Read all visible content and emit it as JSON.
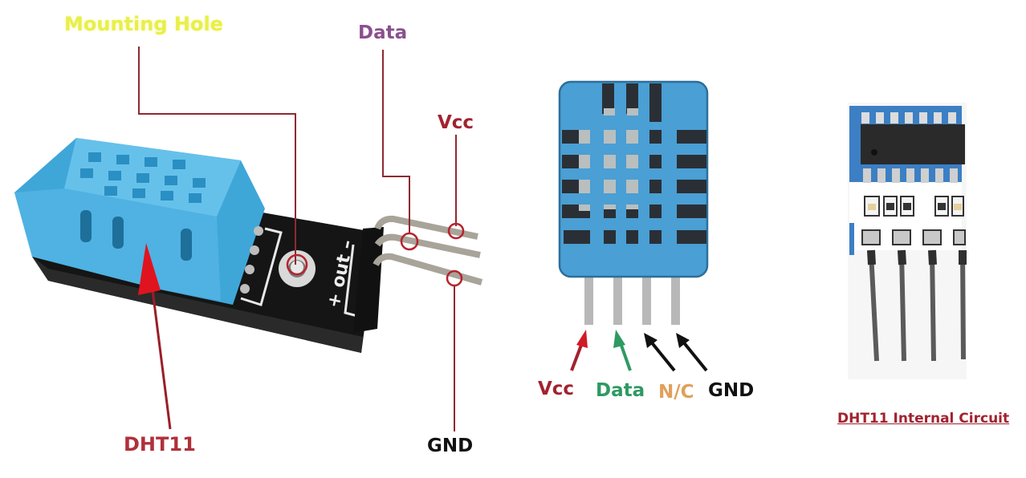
{
  "title": "DHT11 Sensor Pinout",
  "module_photo": {
    "callouts": [
      {
        "id": "mounting-hole",
        "label": "Mounting Hole",
        "color": "#e8ef4a"
      },
      {
        "id": "data",
        "label": "Data",
        "color": "#8a4f8e"
      },
      {
        "id": "vcc",
        "label": "Vcc",
        "color": "#a3222f"
      },
      {
        "id": "gnd",
        "label": "GND",
        "color": "#111111"
      },
      {
        "id": "sensor",
        "label": "DHT11",
        "color": "#b0303b"
      }
    ],
    "pcb_silkscreen": {
      "plus": "+",
      "out": "out",
      "minus": "–"
    }
  },
  "pin_diagram": {
    "pins": [
      {
        "label": "Vcc",
        "color": "#a3222f"
      },
      {
        "label": "Data",
        "color": "#2e9a62"
      },
      {
        "label": "N/C",
        "color": "#e0a05c"
      },
      {
        "label": "GND",
        "color": "#111111"
      }
    ],
    "body_color": "#4a9fd4"
  },
  "internal_circuit": {
    "caption": "DHT11 Internal Circuit",
    "caption_color": "#a3222f"
  }
}
